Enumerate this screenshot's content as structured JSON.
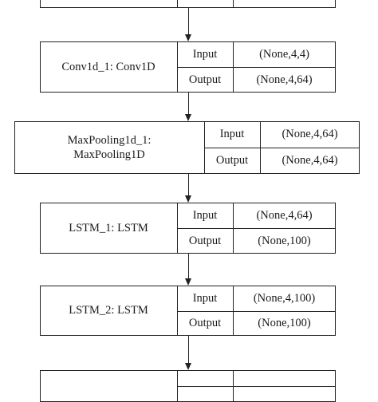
{
  "layers": [
    {
      "name": "",
      "input_label": "",
      "input_value": "",
      "output_label": "",
      "output_value": ""
    },
    {
      "name": "Conv1d_1: Conv1D",
      "input_label": "Input",
      "input_value": "(None,4,4)",
      "output_label": "Output",
      "output_value": "(None,4,64)"
    },
    {
      "name": "MaxPooling1d_1:\nMaxPooling1D",
      "input_label": "Input",
      "input_value": "(None,4,64)",
      "output_label": "Output",
      "output_value": "(None,4,64)"
    },
    {
      "name": "LSTM_1: LSTM",
      "input_label": "Input",
      "input_value": "(None,4,64)",
      "output_label": "Output",
      "output_value": "(None,100)"
    },
    {
      "name": "LSTM_2: LSTM",
      "input_label": "Input",
      "input_value": "(None,4,100)",
      "output_label": "Output",
      "output_value": "(None,100)"
    },
    {
      "name": "",
      "input_label": "",
      "input_value": "",
      "output_label": "",
      "output_value": ""
    }
  ]
}
